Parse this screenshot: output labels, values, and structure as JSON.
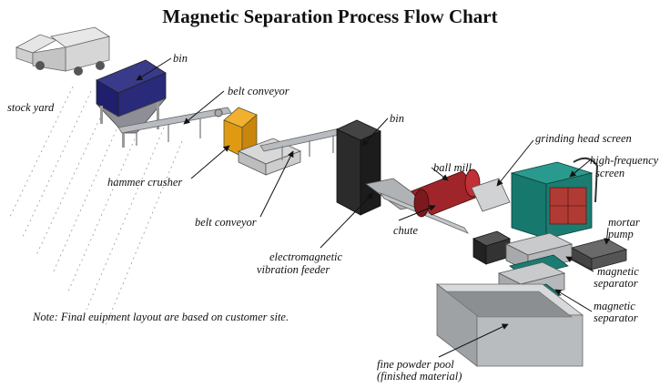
{
  "title": "Magnetic Separation Process Flow Chart",
  "labels": {
    "stock_yard": "stock yard",
    "bin_1": "bin",
    "belt_conveyor_1": "belt conveyor",
    "hammer_crusher": "hammer crusher",
    "belt_conveyor_2": "belt conveyor",
    "bin_2": "bin",
    "electromagnetic_feeder_line1": "electromagnetic",
    "electromagnetic_feeder_line2": "vibration feeder",
    "ball_mill": "ball mill",
    "chute": "chute",
    "grinding_head_screen": "grinding head screen",
    "high_frequency_screen_line1": "high-frequency",
    "high_frequency_screen_line2": "screen",
    "mortar_pump_line1": "mortar",
    "mortar_pump_line2": "pump",
    "magnetic_separator_1_line1": "magnetic",
    "magnetic_separator_1_line2": "separator",
    "magnetic_separator_2_line1": "magnetic",
    "magnetic_separator_2_line2": "separator",
    "fine_powder_pool_line1": "fine powder pool",
    "fine_powder_pool_line2": "(finished material)"
  },
  "note": "Note: Final euipment layout are based on customer site.",
  "colors": {
    "bin_hopper": "#1f1f6e",
    "hammer_crusher": "#e09a12",
    "ball_mill": "#a0252a",
    "high_frequency_screen": "#1b7d72",
    "feeder_bin": "#2b2b2b",
    "equipment_gray": "#a7a9ad",
    "conveyor": "#9ea2a6"
  }
}
